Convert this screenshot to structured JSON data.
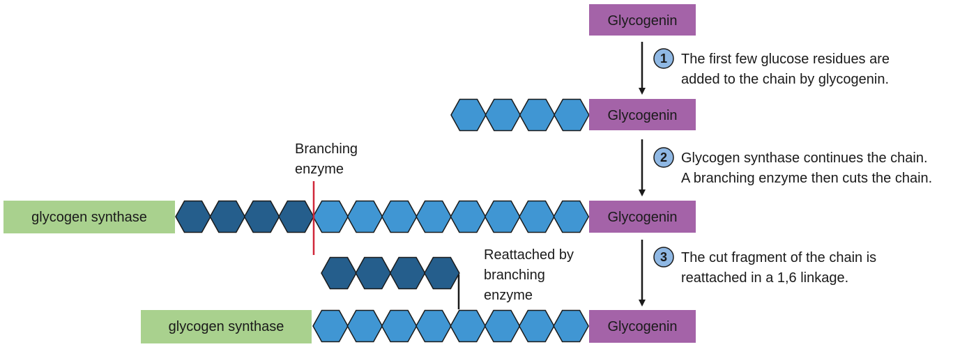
{
  "labels": {
    "glycogenin": "Glycogenin",
    "glycogen_synthase": "glycogen synthase"
  },
  "steps": [
    {
      "number": "1",
      "lines": [
        "The first few glucose residues are",
        "added to the chain by glycogenin."
      ]
    },
    {
      "number": "2",
      "lines": [
        "Glycogen synthase continues the chain.",
        "A branching enzyme then cuts the chain."
      ]
    },
    {
      "number": "3",
      "lines": [
        "The cut fragment of the chain is",
        "reattached in a 1,6 linkage."
      ]
    }
  ],
  "notes": {
    "branching_enzyme": [
      "Branching",
      "enzyme"
    ],
    "reattached": [
      "Reattached by",
      "branching",
      "enzyme"
    ]
  },
  "colors": {
    "glycogenin_box": "#a463a8",
    "synthase_box": "#a9d18e",
    "light_glucose": "#4096d3",
    "dark_glucose": "#255e8c",
    "cut_line": "#d0283a",
    "step_circle": "#8fb8e4"
  }
}
